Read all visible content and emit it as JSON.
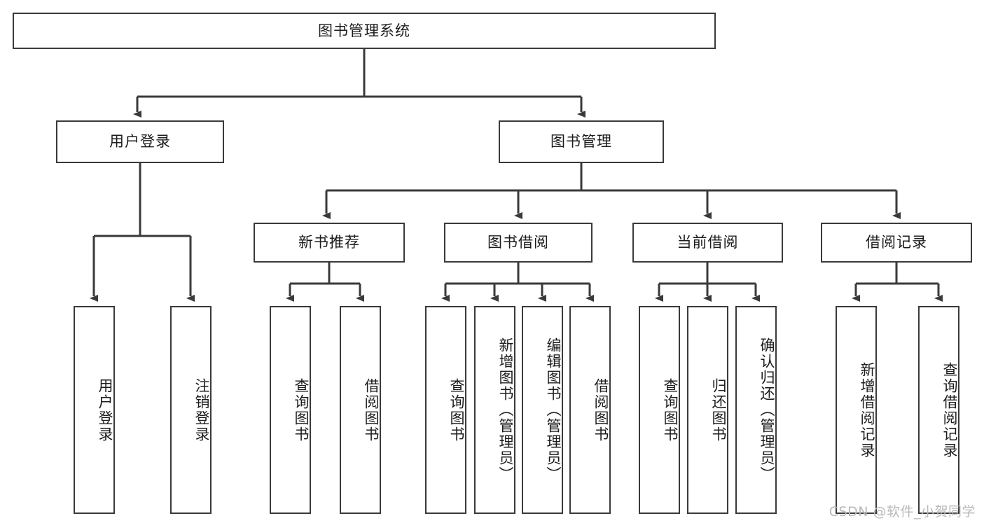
{
  "diagram": {
    "title_node": {
      "label": "图书管理系统"
    },
    "level1": [
      {
        "id": "user-login",
        "label": "用户登录"
      },
      {
        "id": "book-management",
        "label": "图书管理"
      }
    ],
    "level2": [
      {
        "id": "new-book-recommend",
        "label": "新书推荐"
      },
      {
        "id": "book-borrow",
        "label": "图书借阅"
      },
      {
        "id": "current-borrow",
        "label": "当前借阅"
      },
      {
        "id": "borrow-record",
        "label": "借阅记录"
      }
    ],
    "leaves": [
      {
        "id": "leaf-user-login",
        "label": "用户登录"
      },
      {
        "id": "leaf-logout-login",
        "label": "注销登录"
      },
      {
        "id": "leaf-query-book-1",
        "label": "查询图书"
      },
      {
        "id": "leaf-borrow-book-1",
        "label": "借阅图书"
      },
      {
        "id": "leaf-query-book-2",
        "label": "查询图书"
      },
      {
        "id": "leaf-add-book",
        "label": "新增图书（管理员）"
      },
      {
        "id": "leaf-edit-book",
        "label": "编辑图书（管理员）"
      },
      {
        "id": "leaf-borrow-book-2",
        "label": "借阅图书"
      },
      {
        "id": "leaf-query-book-3",
        "label": "查询图书"
      },
      {
        "id": "leaf-return-book",
        "label": "归还图书"
      },
      {
        "id": "leaf-confirm-return",
        "label": "确认归还（管理员）"
      },
      {
        "id": "leaf-add-borrow-record",
        "label": "新增借阅记录"
      },
      {
        "id": "leaf-query-borrow-record",
        "label": "查询借阅记录"
      }
    ],
    "watermark": "CSDN @软件_小贺同学",
    "colors": {
      "stroke": "#3a3a3a",
      "background": "#ffffff",
      "text": "#1c1c1c",
      "watermark": "#b9b9b9"
    }
  }
}
